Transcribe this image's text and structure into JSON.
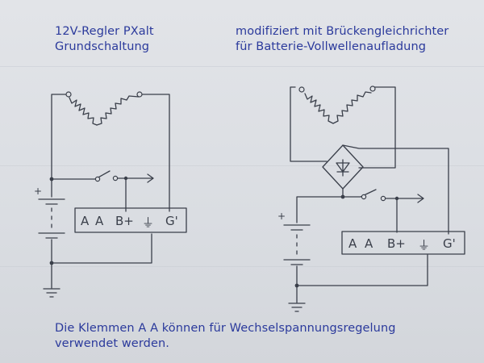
{
  "captions": {
    "left_line1": "12V-Regler PXalt",
    "left_line2": "Grundschaltung",
    "right_line1": "modifiziert mit Brückengleichrichter",
    "right_line2": "für Batterie-Vollwellenaufladung",
    "bottom_line1": "Die Klemmen A A können für Wechselspannungsregelung",
    "bottom_line2": "verwendet werden."
  },
  "left_circuit": {
    "terminals": [
      "A",
      "A",
      "B+",
      "⏚",
      "G'"
    ],
    "plus_label": "+"
  },
  "right_circuit": {
    "terminals": [
      "A",
      "A",
      "B+",
      "⏚",
      "G'"
    ],
    "plus_label": "+"
  },
  "colors": {
    "ink": "#3a3f4a",
    "caption": "#2b3a9c",
    "paper": "#dcdfe3"
  }
}
